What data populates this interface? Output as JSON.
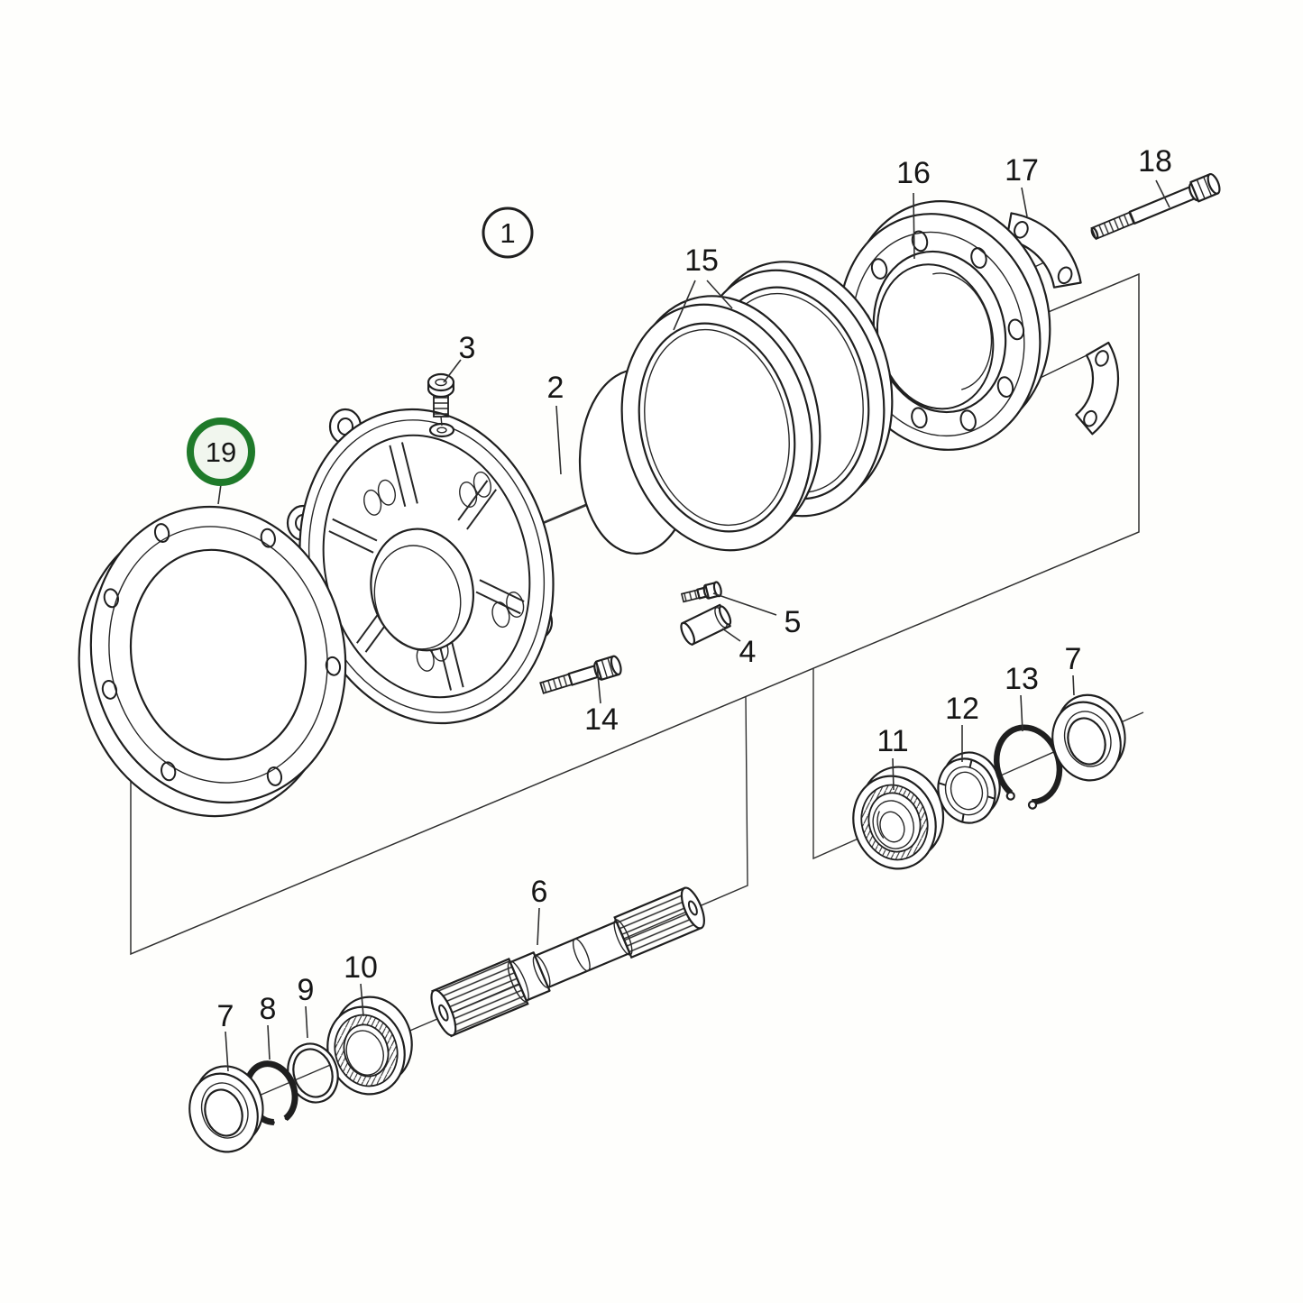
{
  "diagram": {
    "kind": "exploded-parts-diagram",
    "colors": {
      "background": "#fefefc",
      "line": "#1f1f1f",
      "label": "#161616",
      "highlight_ring": "#1f7a2a",
      "highlight_fill": "#f1f6ee"
    },
    "callouts": {
      "n1": "1",
      "n2": "2",
      "n3": "3",
      "n4": "4",
      "n5": "5",
      "n6": "6",
      "n7a": "7",
      "n7b": "7",
      "n8": "8",
      "n9": "9",
      "n10": "10",
      "n11": "11",
      "n12": "12",
      "n13": "13",
      "n14": "14",
      "n15": "15",
      "n16": "16",
      "n17": "17",
      "n18": "18",
      "n19": "19"
    }
  }
}
